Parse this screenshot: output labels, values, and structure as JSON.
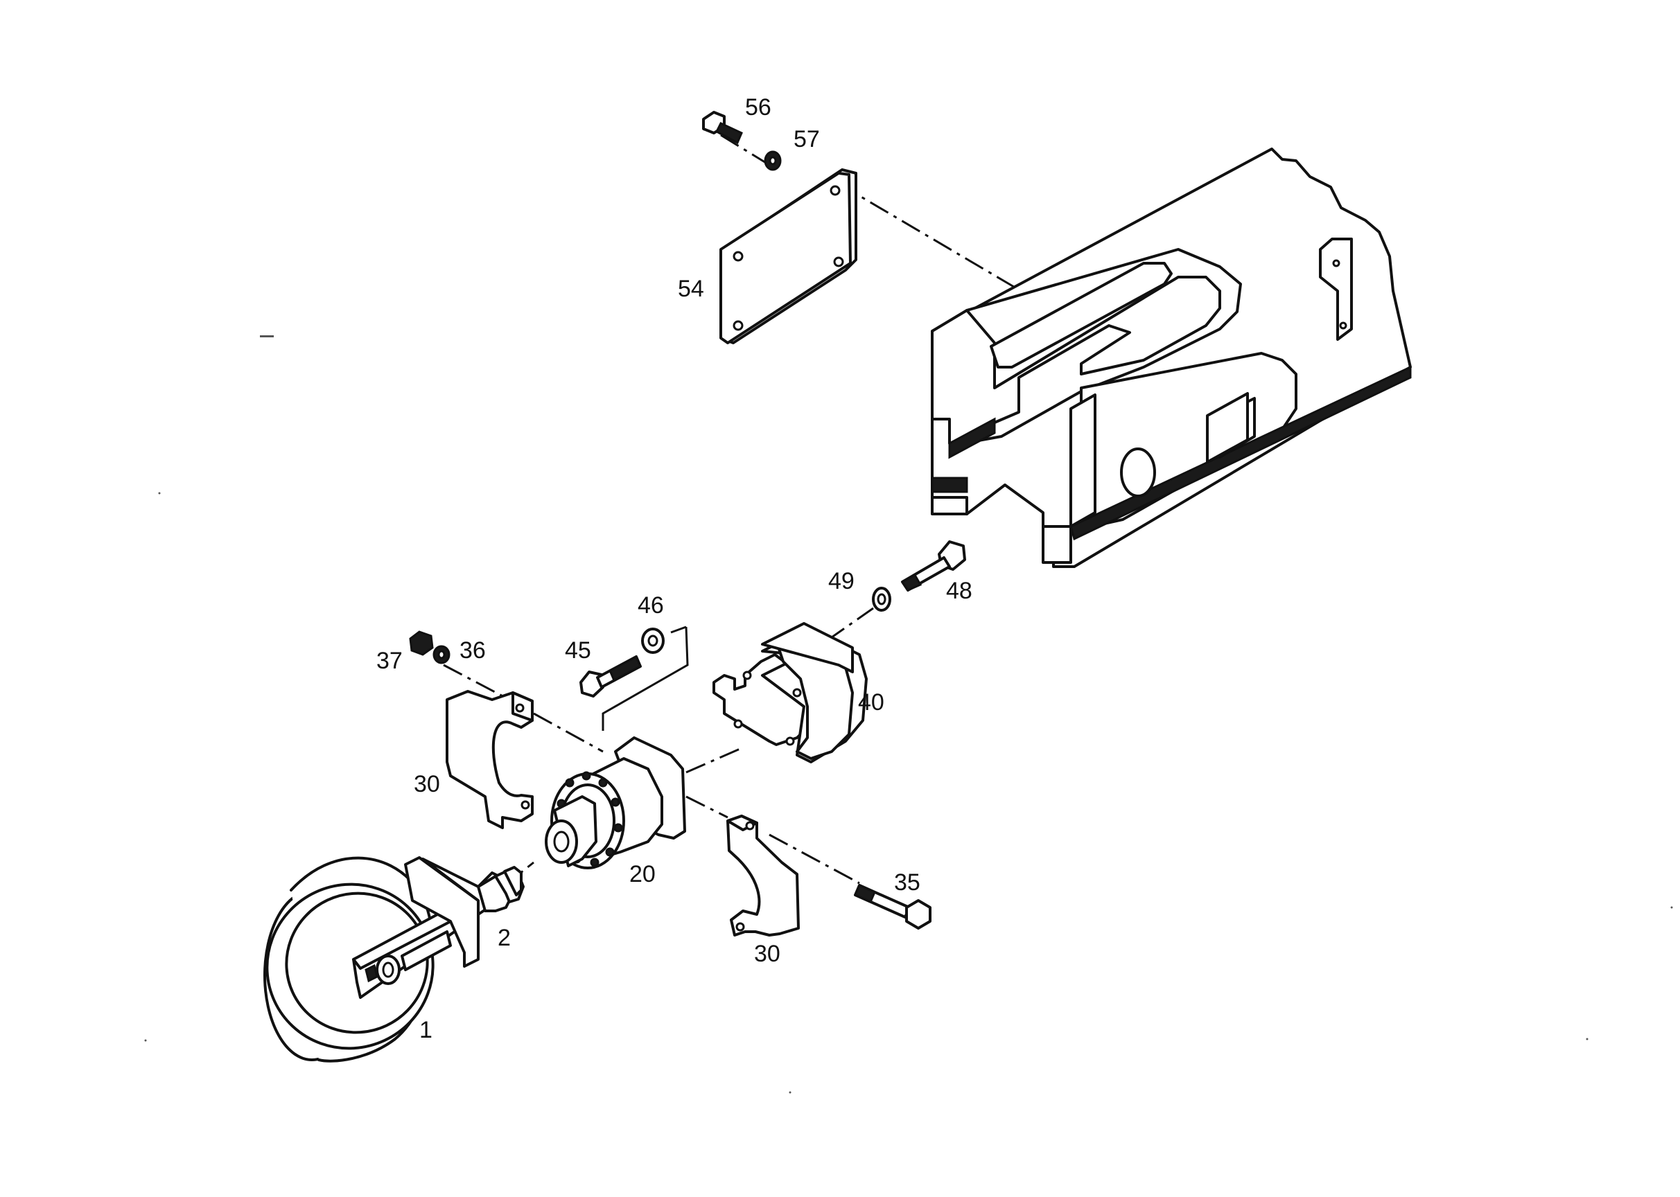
{
  "callouts": {
    "p1": "1",
    "p2": "2",
    "p20": "20",
    "p30_left": "30",
    "p30_right": "30",
    "p35": "35",
    "p36": "36",
    "p37": "37",
    "p40": "40",
    "p45": "45",
    "p46": "46",
    "p48": "48",
    "p49": "49",
    "p54": "54",
    "p56": "56",
    "p57": "57"
  },
  "colors": {
    "ink": "#111111",
    "paper": "#ffffff"
  }
}
